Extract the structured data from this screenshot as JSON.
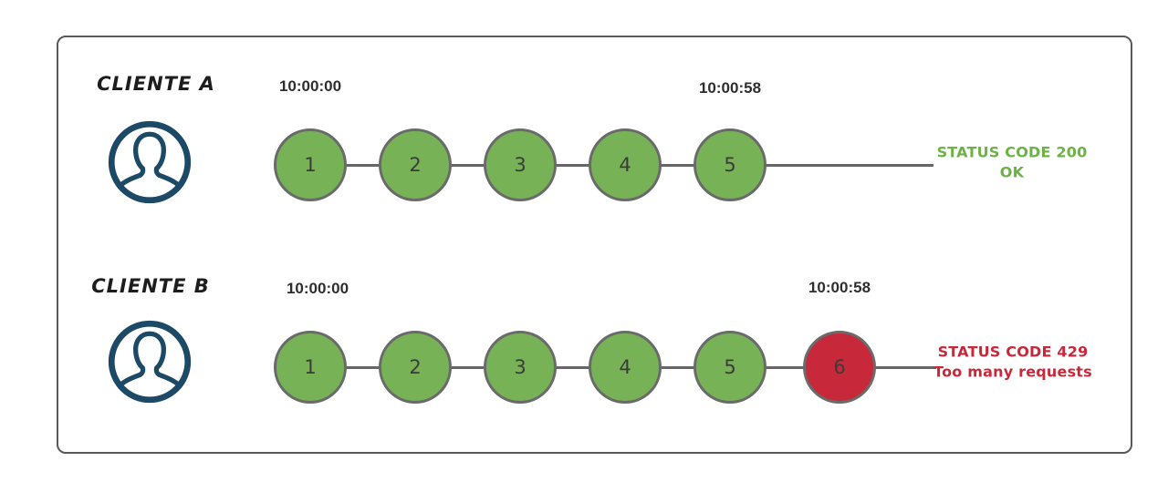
{
  "colors": {
    "success_green": "#77b356",
    "success_text_green": "#6db244",
    "error_red": "#c8293a",
    "error_text_red": "#c8293a",
    "avatar_navy": "#1c4966",
    "timeline_gray": "#666666",
    "circle_border_gray": "#6a6a6a",
    "box_border_gray": "#595959",
    "timestamp_dark": "#2e2e2e"
  },
  "rows": [
    {
      "client": "CLIENTE A",
      "start_time": "10:00:00",
      "end_time": "10:00:58",
      "requests": [
        {
          "label": "1",
          "status": "ok"
        },
        {
          "label": "2",
          "status": "ok"
        },
        {
          "label": "3",
          "status": "ok"
        },
        {
          "label": "4",
          "status": "ok"
        },
        {
          "label": "5",
          "status": "ok"
        }
      ],
      "status_line1": "STATUS CODE 200",
      "status_line2": "OK"
    },
    {
      "client": "CLIENTE B",
      "start_time": "10:00:00",
      "end_time": "10:00:58",
      "requests": [
        {
          "label": "1",
          "status": "ok"
        },
        {
          "label": "2",
          "status": "ok"
        },
        {
          "label": "3",
          "status": "ok"
        },
        {
          "label": "4",
          "status": "ok"
        },
        {
          "label": "5",
          "status": "ok"
        },
        {
          "label": "6",
          "status": "error"
        }
      ],
      "status_line1": "STATUS CODE 429",
      "status_line2": "Too many requests"
    }
  ]
}
